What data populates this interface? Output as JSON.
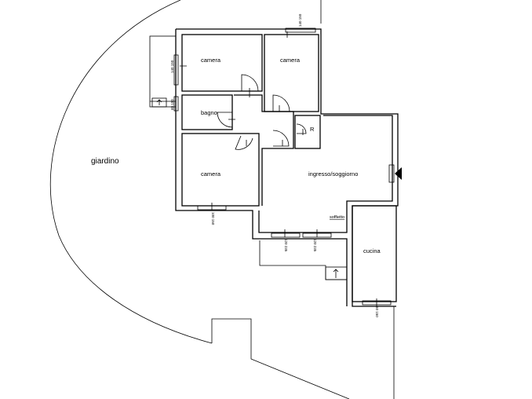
{
  "plan": {
    "garden_label": "giardino",
    "rooms": {
      "camera_top_left": "camera",
      "camera_top_right": "camera",
      "bagno": "bagno",
      "camera_bottom": "camera",
      "soggiorno": "ingresso/soggiorno",
      "cucina": "cucina",
      "ripostiglio": "R",
      "soffitto_note": "soffietto"
    },
    "dimensions": {
      "win_top_right": "140 150",
      "win_left_upper": "140 150",
      "win_left_lower": "60 150",
      "win_bottom_camera": "100 150",
      "win_balcony_1": "120 235",
      "win_balcony_2": "120 235",
      "win_cucina": "60 150"
    }
  }
}
